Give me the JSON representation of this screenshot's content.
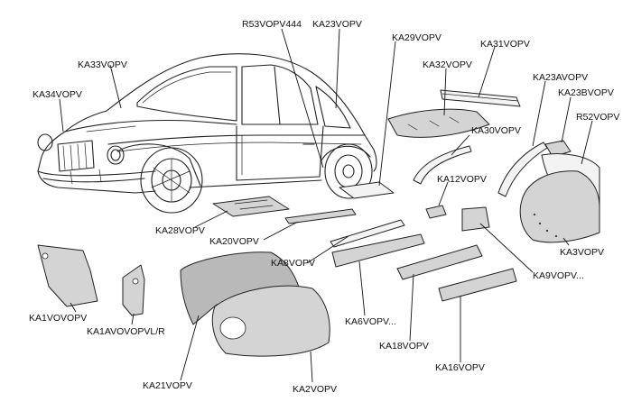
{
  "labels": {
    "r53vopv444": "R53VOPV444",
    "ka23vopv": "KA23VOPV",
    "ka29vopv": "KA29VOPV",
    "ka31vopv": "KA31VOPV",
    "ka32vopv": "KA32VOPV",
    "ka33vopv": "KA33VOPV",
    "ka34vopv": "KA34VOPV",
    "ka23avopv": "KA23AVOPV",
    "ka23bvopv": "KA23BVOPV",
    "r52vopv": "R52VOPV",
    "ka30vopv": "KA30VOPV",
    "ka12vopv": "KA12VOPV",
    "ka28vopv": "KA28VOPV",
    "ka20vopv": "KA20VOPV",
    "ka8vopv": "KA8VOPV",
    "ka3vopv": "KA3VOPV",
    "ka9vopv": "KA9VOPV...",
    "ka6vopv": "KA6VOPV...",
    "ka1vovopv": "KA1VOVOPV",
    "ka1avovopvlr": "KA1AVOVOPVL/R",
    "ka18vopv": "KA18VOPV",
    "ka16vopv": "KA16VOPV",
    "ka21vopv": "KA21VOPV",
    "ka2vopv": "KA2VOPV"
  }
}
